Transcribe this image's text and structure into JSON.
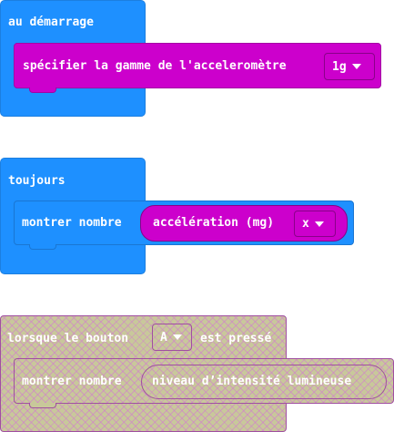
{
  "blocks": {
    "on_start": {
      "label": "au démarrage",
      "inner": {
        "label": "spécifier la gamme de l'acceleromètre",
        "dropdown_value": "1g"
      }
    },
    "forever": {
      "label": "toujours",
      "inner": {
        "label": "montrer nombre",
        "reporter": {
          "label": "accélération (mg)",
          "dropdown_value": "x"
        }
      }
    },
    "on_button": {
      "label_before": "lorsque le bouton",
      "button_value": "A",
      "label_after": "est pressé",
      "inner": {
        "label": "montrer nombre",
        "reporter": {
          "label": "niveau d’intensité lumineuse"
        }
      }
    }
  },
  "colors": {
    "basic_blue": "#1e90ff",
    "input_magenta": "#cc00cc",
    "disabled_hatch": "#c8c89a"
  }
}
